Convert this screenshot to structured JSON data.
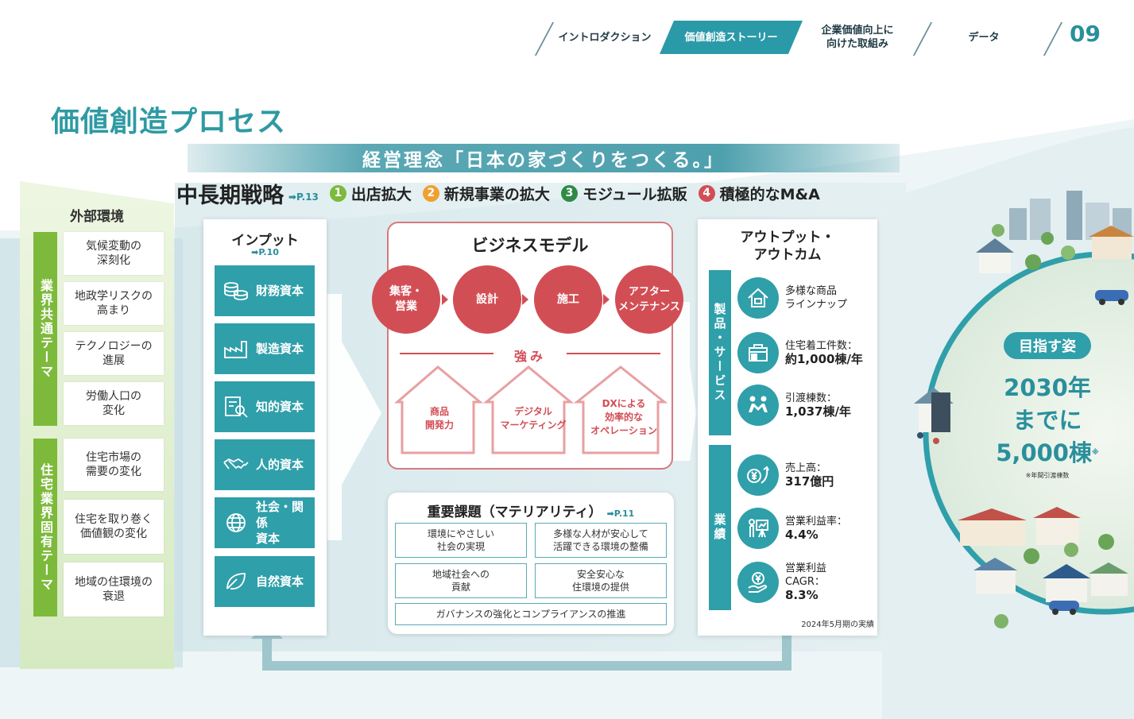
{
  "nav": {
    "items": [
      "イントロダクション",
      "価値創造ストーリー",
      "企業価値向上に\n向けた取組み",
      "データ"
    ],
    "active_index": 1,
    "page_number": "09"
  },
  "title": "価値創造プロセス",
  "philosophy": "経営理念「日本の家づくりをつくる。」",
  "strategy": {
    "label": "中長期戦略",
    "ref": "➡P.13",
    "items": [
      {
        "num": "1",
        "label": "出店拡大",
        "color": "#7dba3c"
      },
      {
        "num": "2",
        "label": "新規事業の拡大",
        "color": "#f0a030"
      },
      {
        "num": "3",
        "label": "モジュール拡販",
        "color": "#2e8a46"
      },
      {
        "num": "4",
        "label": "積極的なM&A",
        "color": "#d24e55"
      }
    ]
  },
  "external": {
    "title": "外部環境",
    "groups": [
      {
        "label": "業界共通テーマ",
        "items": [
          "気候変動の\n深刻化",
          "地政学リスクの\n高まり",
          "テクノロジーの\n進展",
          "労働人口の\n変化"
        ]
      },
      {
        "label": "住宅業界固有テーマ",
        "items": [
          "住宅市場の\n需要の変化",
          "住宅を取り巻く\n価値観の変化",
          "地域の住環境の\n衰退"
        ]
      }
    ]
  },
  "input": {
    "title": "インプット",
    "ref": "➡P.10",
    "capitals": [
      {
        "label": "財務資本",
        "icon": "coins-icon"
      },
      {
        "label": "製造資本",
        "icon": "factory-icon"
      },
      {
        "label": "知的資本",
        "icon": "document-search-icon"
      },
      {
        "label": "人的資本",
        "icon": "handshake-icon"
      },
      {
        "label": "社会・関係\n資本",
        "icon": "globe-icon"
      },
      {
        "label": "自然資本",
        "icon": "leaf-icon"
      }
    ]
  },
  "business_model": {
    "title": "ビジネスモデル",
    "steps": [
      "集客・\n営業",
      "設計",
      "施工",
      "アフター\nメンテナンス"
    ],
    "strength_label": "強み",
    "strengths": [
      "商品\n開発力",
      "デジタル\nマーケティング",
      "DXによる\n効率的な\nオペレーション"
    ]
  },
  "materiality": {
    "title": "重要課題（マテリアリティ）",
    "ref": "➡P.11",
    "items": [
      "環境にやさしい\n社会の実現",
      "多様な人材が安心して\n活躍できる環境の整備",
      "地域社会への\n貢献",
      "安全安心な\n住環境の提供",
      "ガバナンスの強化とコンプライアンスの推進"
    ]
  },
  "output": {
    "title": "アウトプット・\nアウトカム",
    "groups": [
      {
        "label": "製品・サービス",
        "rows": [
          {
            "icon": "house-icon",
            "lines": [
              "多様な商品",
              "ラインナップ"
            ]
          },
          {
            "icon": "construction-icon",
            "lines": [
              "住宅着工件数：",
              "約1,000棟/年"
            ]
          },
          {
            "icon": "handover-icon",
            "lines": [
              "引渡棟数：",
              "1,037棟/年"
            ]
          }
        ]
      },
      {
        "label": "業績",
        "rows": [
          {
            "icon": "yen-growth-icon",
            "lines": [
              "売上高：",
              "317億円"
            ]
          },
          {
            "icon": "presentation-icon",
            "lines": [
              "営業利益率：",
              "4.4%"
            ]
          },
          {
            "icon": "yen-hand-icon",
            "lines": [
              "営業利益",
              "CAGR：",
              "8.3%"
            ]
          }
        ]
      }
    ],
    "note": "2024年5月期の実績"
  },
  "goal": {
    "badge": "目指す姿",
    "line1": "2030年",
    "line2": "までに",
    "line3": "5,000棟",
    "mark": "※",
    "note": "※年間引渡棟数"
  },
  "colors": {
    "teal": "#2f9faa",
    "green": "#7dba3c",
    "red": "#d24e55"
  }
}
